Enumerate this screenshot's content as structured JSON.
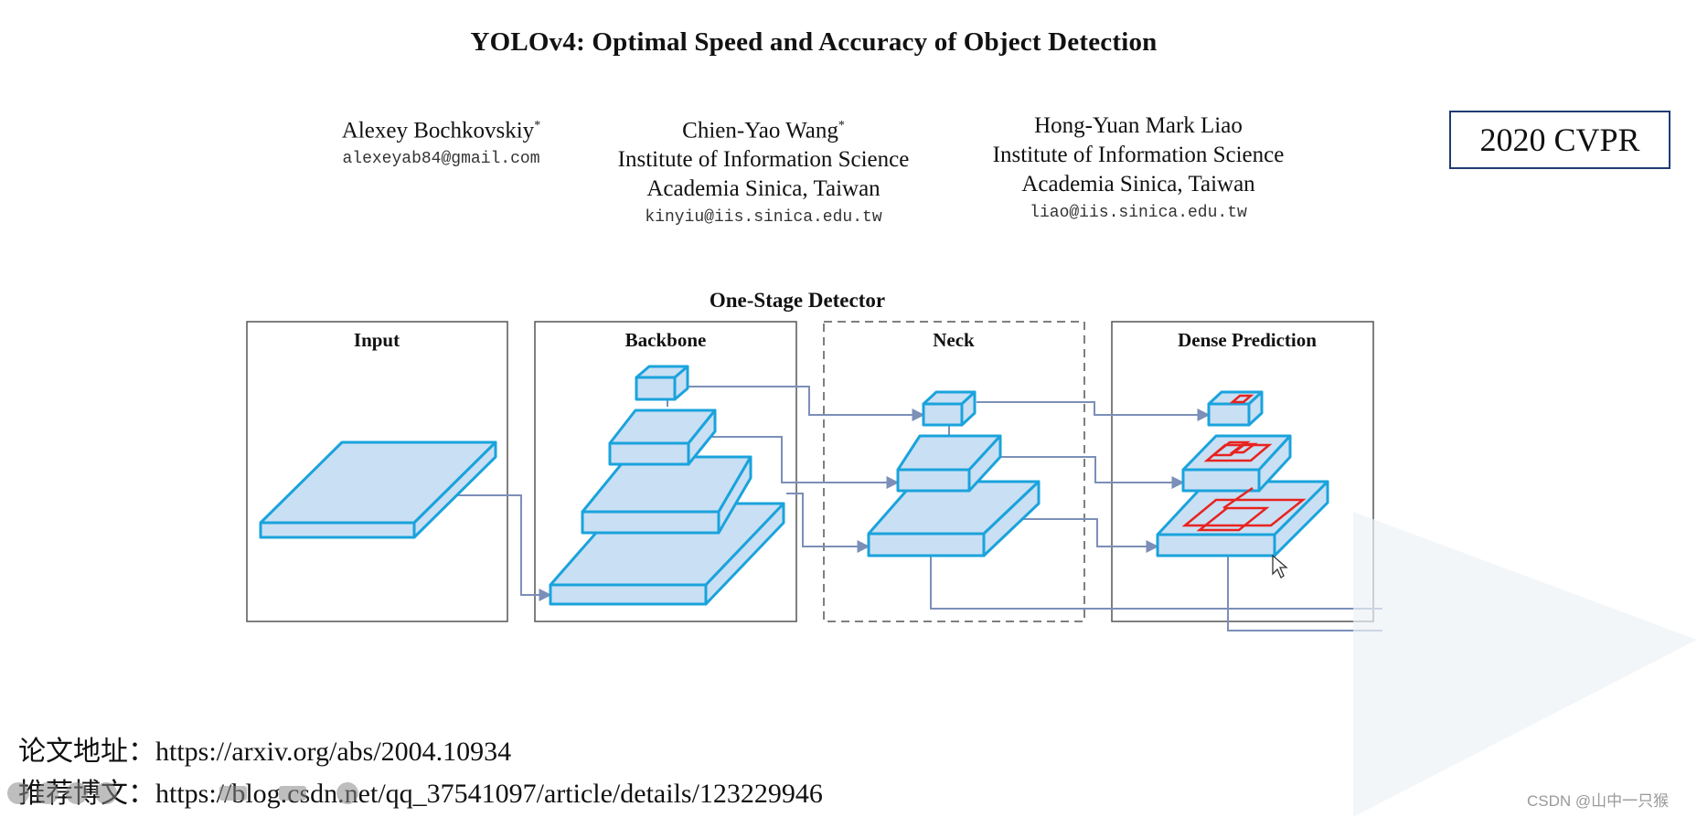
{
  "paper": {
    "title": "YOLOv4: Optimal Speed and Accuracy of Object Detection",
    "authors": [
      {
        "name": "Alexey Bochkovskiy",
        "mark": "*",
        "affiliation_lines": [],
        "email": "alexeyab84@gmail.com"
      },
      {
        "name": "Chien-Yao Wang",
        "mark": "*",
        "affiliation_lines": [
          "Institute of Information Science",
          "Academia Sinica, Taiwan"
        ],
        "email": "kinyiu@iis.sinica.edu.tw"
      },
      {
        "name": "Hong-Yuan Mark Liao",
        "mark": "",
        "affiliation_lines": [
          "Institute of Information Science",
          "Academia Sinica, Taiwan"
        ],
        "email": "liao@iis.sinica.edu.tw"
      }
    ],
    "venue_badge": "2020 CVPR"
  },
  "figure": {
    "heading": "One-Stage Detector",
    "panels": {
      "input": "Input",
      "backbone": "Backbone",
      "neck": "Neck",
      "dense_prediction": "Dense Prediction"
    },
    "colors": {
      "block_face": "#c9dff4",
      "block_edge": "#1aa3dc",
      "connector": "#7b8fb8",
      "prediction_box": "#e8231f",
      "panel_border": "#555555"
    }
  },
  "links": {
    "paper_label": "论文地址：",
    "paper_url": "https://arxiv.org/abs/2004.10934",
    "blog_label": "推荐博文：",
    "blog_url": "https://blog.csdn.net/qq_37541097/article/details/123229946"
  },
  "watermark": "CSDN @山中一只猴"
}
